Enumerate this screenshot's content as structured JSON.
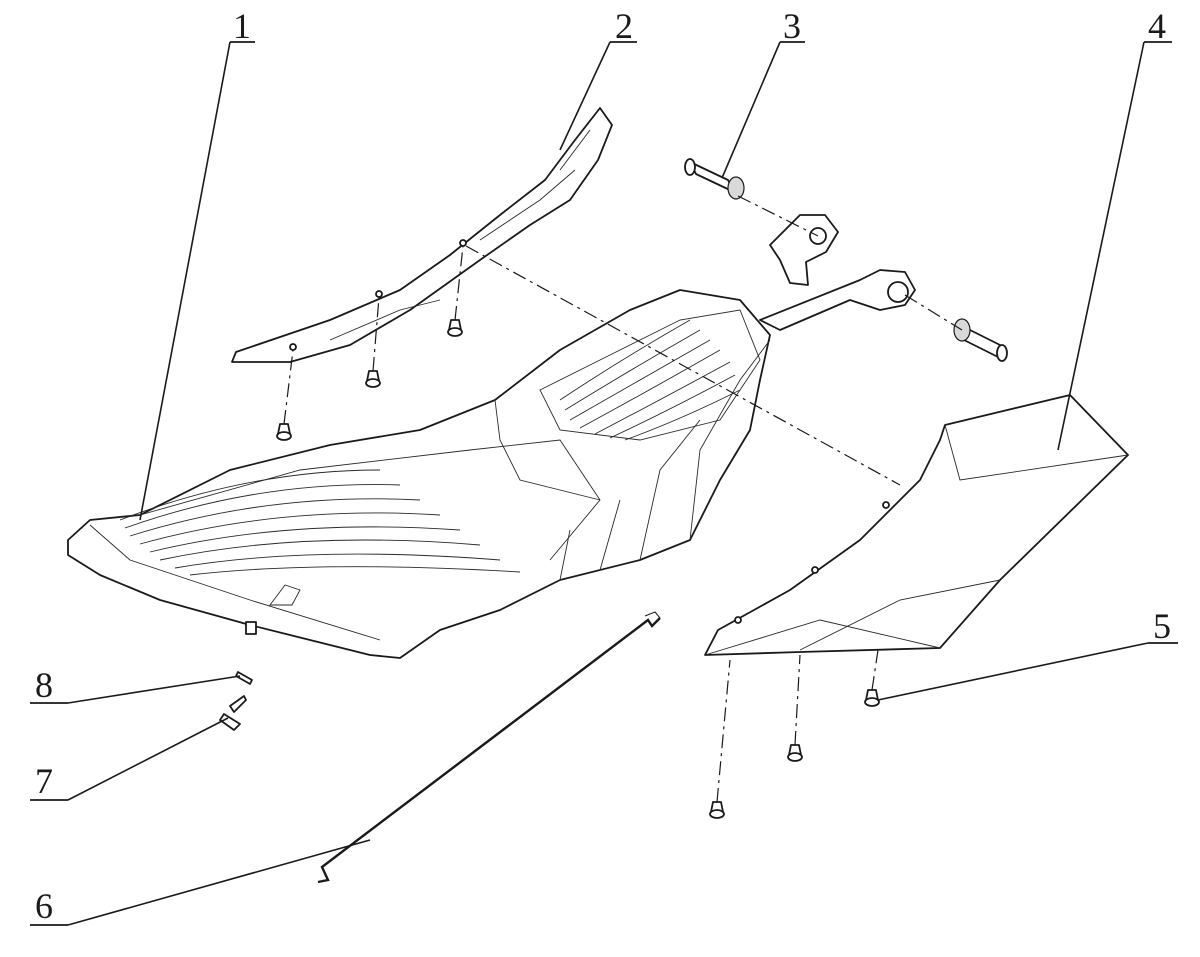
{
  "callouts": [
    {
      "id": 1,
      "label": "1"
    },
    {
      "id": 2,
      "label": "2"
    },
    {
      "id": 3,
      "label": "3"
    },
    {
      "id": 4,
      "label": "4"
    },
    {
      "id": 5,
      "label": "5"
    },
    {
      "id": 6,
      "label": "6"
    },
    {
      "id": 7,
      "label": "7"
    },
    {
      "id": 8,
      "label": "8"
    }
  ],
  "colors": {
    "line": "#1a1a1a",
    "background": "#ffffff",
    "shade": "#d9d9d9"
  }
}
